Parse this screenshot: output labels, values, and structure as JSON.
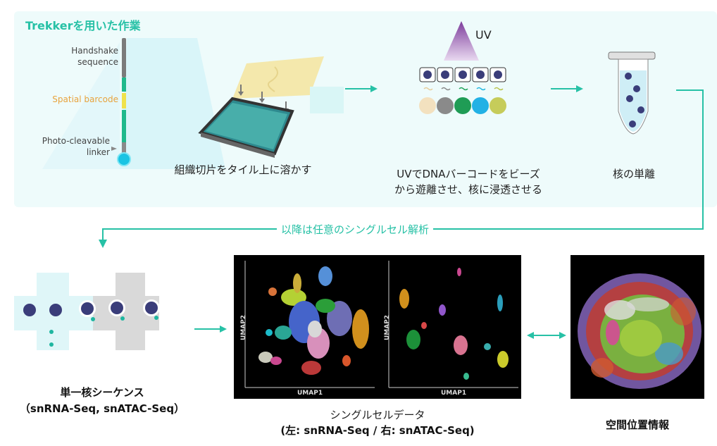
{
  "panel": {
    "title": "Trekkerを用いた作業"
  },
  "probe": {
    "handshake_label": "Handshake\nsequence",
    "barcode_label": "Spatial barcode",
    "linker_label": "Photo-cleavable\nlinker"
  },
  "steps": {
    "tissue_caption": "組織切片をタイル上に溶かす",
    "uv_label": "UV",
    "uv_caption_line1": "UVでDNAバーコードをビーズ",
    "uv_caption_line2": "から遊離させ、核に浸透させる",
    "isolation_caption": "核の単離"
  },
  "flow": {
    "middle_label": "以降は任意のシングルセル解析"
  },
  "bottom": {
    "seq_caption_line1": "単一核シーケンス",
    "seq_caption_line2": "（snRNA-Seq, snATAC-Seq）",
    "data_caption_line1": "シングルセルデータ",
    "data_caption_line2": "(左: snRNA-Seq / 右: snATAC-Seq)",
    "spatial_caption": "空間位置情報",
    "umap_left_x": "UMAP1",
    "umap_left_y": "UMAP2",
    "umap_right_x": "UMAP1",
    "umap_right_y": "UMAP2"
  },
  "colors": {
    "accent": "#27c1a6",
    "barcode": "#e8a33d",
    "panel_bg": "#eefbfb"
  }
}
